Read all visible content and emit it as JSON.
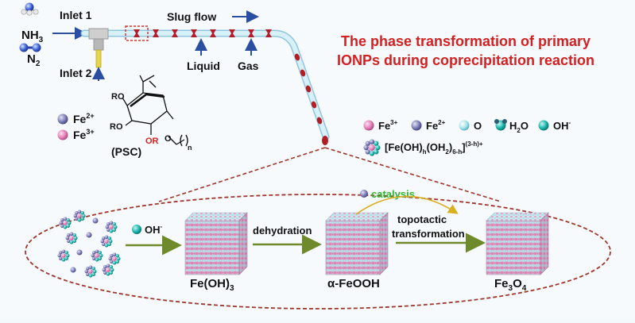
{
  "title": {
    "line1": "The phase transformation of primary",
    "line2": "IONPs during coprecipitation reaction",
    "color": "#d42020"
  },
  "reactor": {
    "inlet1": "Inlet 1",
    "inlet2": "Inlet 2",
    "nh3": "NH",
    "nh3_sub": "3",
    "n2": "N",
    "n2_sub": "2",
    "slug_flow": "Slug flow",
    "liquid": "Liquid",
    "gas": "Gas",
    "tube_color": "#bfe3f2",
    "slug_color": "#b21e24"
  },
  "reagents": {
    "fe2": "Fe",
    "fe2_sup": "2+",
    "fe3": "Fe",
    "fe3_sup": "3+",
    "psc": "(PSC)",
    "ro_top": "RO",
    "ro_bottom": "RO",
    "or": "OR",
    "n": "n"
  },
  "legend": {
    "fe3": "Fe",
    "fe3_sup": "3+",
    "fe2": "Fe",
    "fe2_sup": "2+",
    "o": "O",
    "h2o": "H",
    "h2o_sub": "2",
    "h2o_tail": "O",
    "oh": "OH",
    "oh_sup": "-",
    "complex_main": "[Fe(OH)",
    "complex_h": "h",
    "complex_mid": "(OH",
    "complex_2": "2",
    "complex_close": ")",
    "complex_6h": "6-h",
    "complex_end": "]",
    "complex_charge": "(3-h)+"
  },
  "process": {
    "oh": "OH",
    "oh_sup": "-",
    "dehydration": "dehydration",
    "catalysis": "catalysis",
    "topotactic1": "topotactic",
    "topotactic2": "transformation",
    "feoh3_main": "Fe(OH)",
    "feoh3_sub": "3",
    "feooh": "α-FeOOH",
    "fe3o4_a": "Fe",
    "fe3o4_sub1": "3",
    "fe3o4_b": "O",
    "fe3o4_sub2": "4",
    "catalysis_color": "#2fb52f",
    "arrow_color": "#6f8a2a"
  },
  "colors": {
    "fe3_atom": "#e47fb6",
    "fe2_atom": "#7d7db8",
    "o_atom": "#9fdde8",
    "oh_atom": "#18b5ad",
    "outline": "#a0362a"
  }
}
